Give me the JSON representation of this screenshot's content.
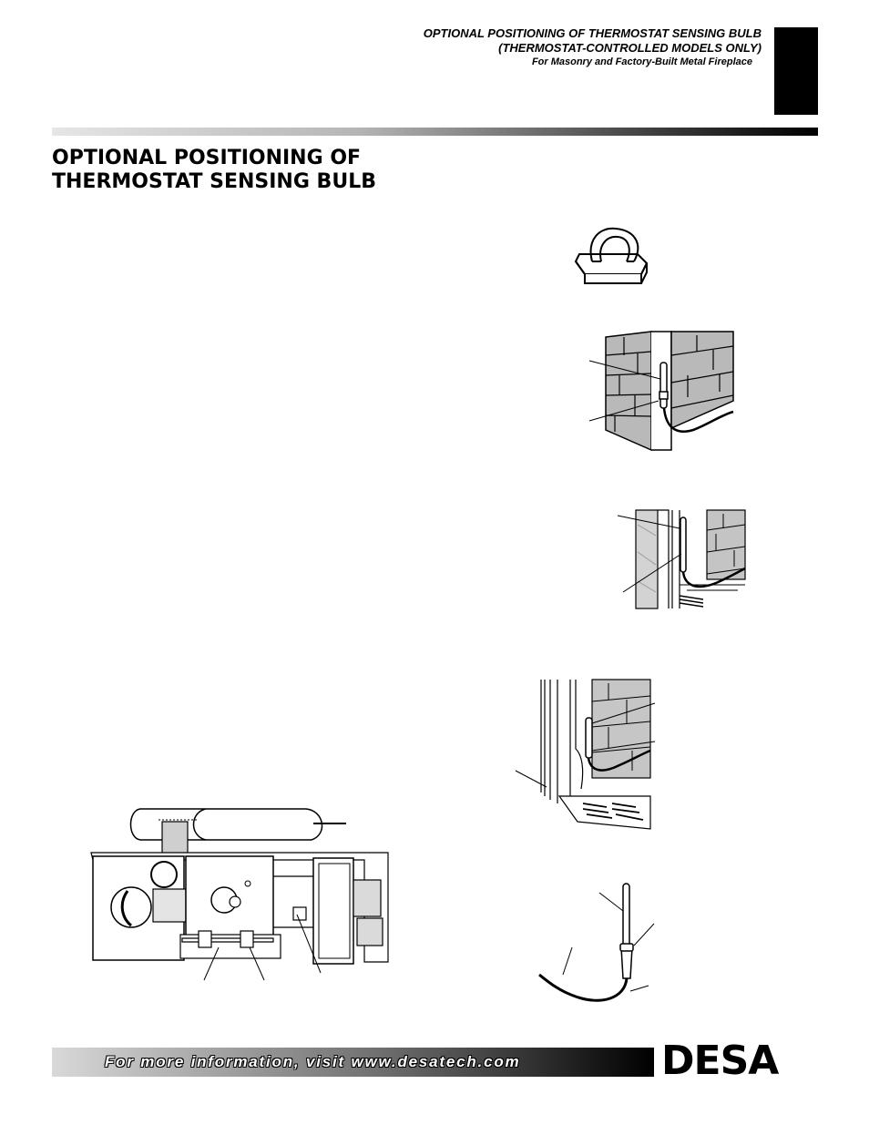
{
  "header": {
    "line1": "OPTIONAL POSITIONING OF THERMOSTAT SENSING BULB",
    "line2": "(THERMOSTAT-CONTROLLED MODELS ONLY)",
    "line3": "For Masonry and Factory-Built Metal Fireplace"
  },
  "title": {
    "line1": "OPTIONAL POSITIONING OF",
    "line2": "THERMOSTAT SENSING BULB"
  },
  "footer": {
    "text": "For more information, visit www.desatech.com"
  },
  "logo": {
    "text": "DESA"
  }
}
